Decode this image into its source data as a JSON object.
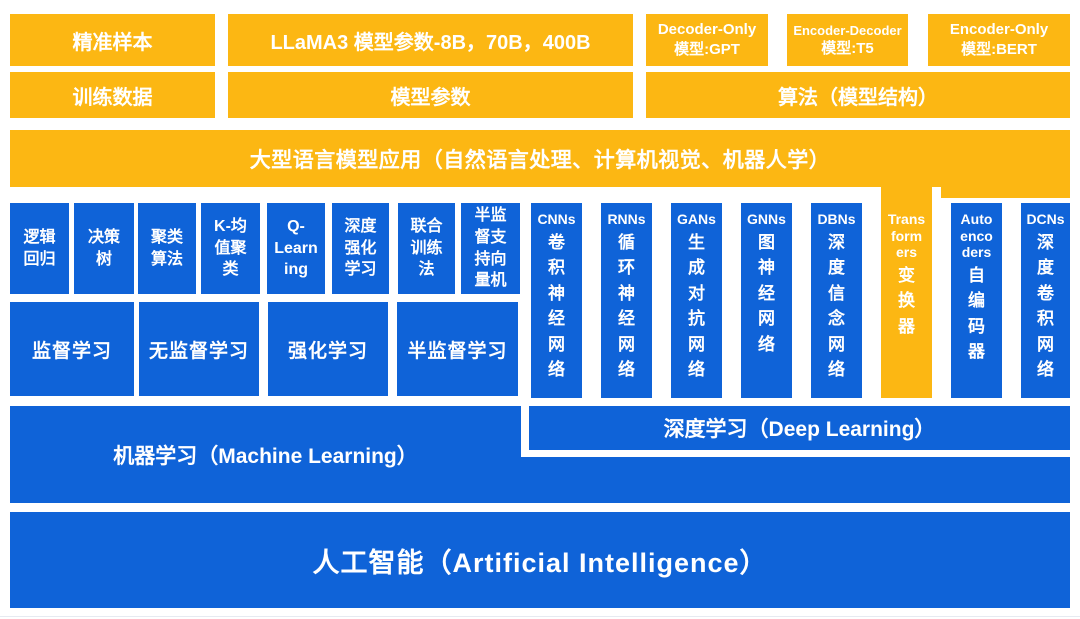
{
  "colors": {
    "orange": "#FCB713",
    "blue": "#0F63D8",
    "text_on_block": "#FFFFFF",
    "background": "#FFFFFF"
  },
  "top": {
    "row1": [
      {
        "label": "精准样本"
      },
      {
        "label": "LLaMA3 模型参数-8B，70B，400B"
      },
      {
        "line1": "Decoder-Only",
        "line2": "模型:GPT"
      },
      {
        "line1": "Encoder-Decoder",
        "line2": "模型:T5"
      },
      {
        "line1": "Encoder-Only",
        "line2": "模型:BERT"
      }
    ],
    "row2": [
      {
        "label": "训练数据"
      },
      {
        "label": "模型参数"
      },
      {
        "label": "算法（模型结构）"
      }
    ],
    "banner": "大型语言模型应用（自然语言处理、计算机视觉、机器人学）"
  },
  "ml_methods": [
    "逻辑回归",
    "决策树",
    "聚类算法",
    "K-均值聚类",
    "Q-\nLearning",
    "深度强化学习",
    "联合训练法",
    "半监督支持向量机"
  ],
  "ml_categories": [
    "监督学习",
    "无监督学习",
    "强化学习",
    "半监督学习"
  ],
  "dl_networks": [
    {
      "abbr": "CNNs",
      "name": "卷积神经网络",
      "color": "blue"
    },
    {
      "abbr": "RNNs",
      "name": "循环神经网络",
      "color": "blue"
    },
    {
      "abbr": "GANs",
      "name": "生成对抗网络",
      "color": "blue"
    },
    {
      "abbr": "GNNs",
      "name": "图神经网络",
      "color": "blue"
    },
    {
      "abbr": "DBNs",
      "name": "深度信念网络",
      "color": "blue"
    },
    {
      "abbr": "Transformers",
      "name": "变换器",
      "color": "orange"
    },
    {
      "abbr": "Autoencoders",
      "name": "自编码器",
      "color": "blue"
    },
    {
      "abbr": "DCNs",
      "name": "深度卷积网络",
      "color": "blue"
    }
  ],
  "levels": {
    "machine_learning": "机器学习（Machine Learning）",
    "deep_learning": "深度学习（Deep Learning）",
    "artificial_intelligence": "人工智能（Artificial Intelligence）"
  }
}
